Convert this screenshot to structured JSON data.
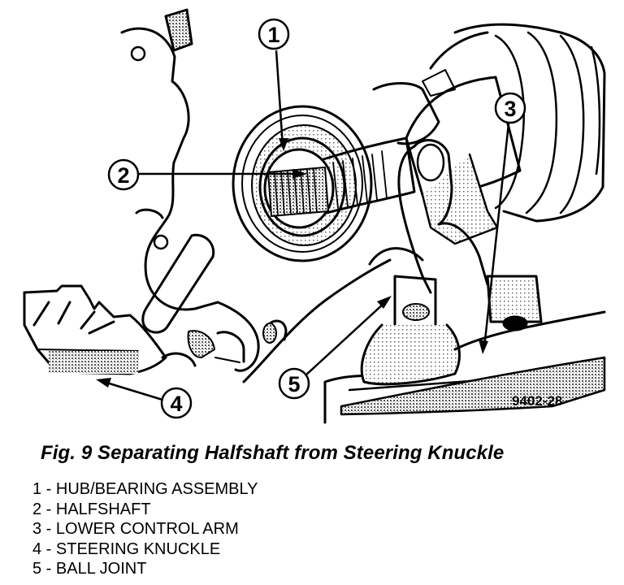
{
  "figure": {
    "number_label": "9402-28",
    "caption": "Fig. 9 Separating Halfshaft from Steering Knuckle",
    "callouts": [
      {
        "id": "1",
        "text": "1"
      },
      {
        "id": "2",
        "text": "2"
      },
      {
        "id": "3",
        "text": "3"
      },
      {
        "id": "4",
        "text": "4"
      },
      {
        "id": "5",
        "text": "5"
      }
    ],
    "legend": [
      "1 - HUB/BEARING ASSEMBLY",
      "2 - HALFSHAFT",
      "3 - LOWER CONTROL ARM",
      "4 - STEERING KNUCKLE",
      "5 - BALL JOINT"
    ]
  },
  "colors": {
    "ink": "#000000",
    "paper": "#ffffff",
    "shade": "#b5b5b5"
  }
}
